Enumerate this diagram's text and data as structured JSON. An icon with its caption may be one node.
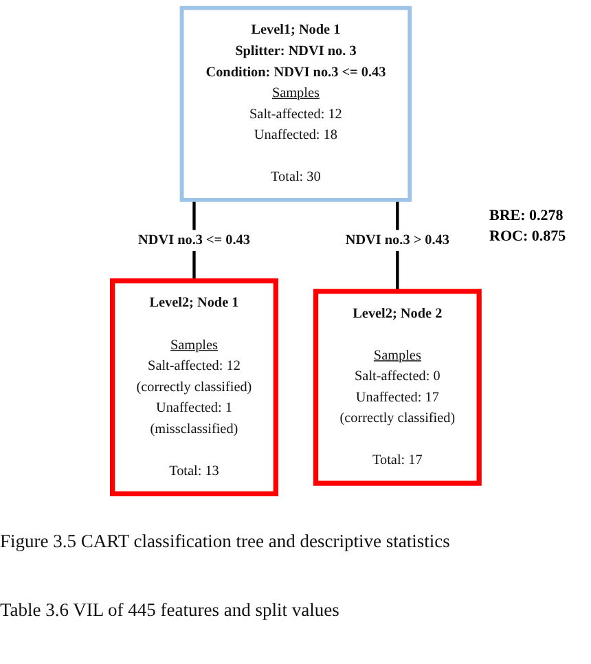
{
  "diagram": {
    "caption": "Figure 3.5 CART classification tree and descriptive statistics",
    "nodes": [
      {
        "text": [
          "Level1; Node 1",
          "Splitter: NDVI no. 3",
          "Condition: NDVI no.3 <= 0.43",
          "Samples",
          "Salt-affected: 12",
          "Unaffected: 18",
          "Total: 30"
        ]
      },
      {
        "text": [
          "Level2; Node 1",
          "Samples",
          "Salt-affected: 12",
          "(correctly classified)",
          "Unaffected: 1",
          "(missclassified)",
          "Total: 13"
        ]
      },
      {
        "text": [
          "Level2; Node 2",
          "Samples",
          "Salt-affected: 0",
          "Unaffected: 17",
          "(correctly classified)",
          "Total: 17"
        ]
      }
    ],
    "edges": [
      {
        "from": 0,
        "to": 1,
        "arrow": "none",
        "label": "NDVI no.3 <= 0.43"
      },
      {
        "from": 0,
        "to": 2,
        "arrow": "none",
        "label": "NDVI no.3 > 0.43"
      }
    ],
    "labels": [
      "BRE: 0.278 ROC: 0.875",
      "Table 3.6 VIL of 445 features and split values"
    ]
  }
}
